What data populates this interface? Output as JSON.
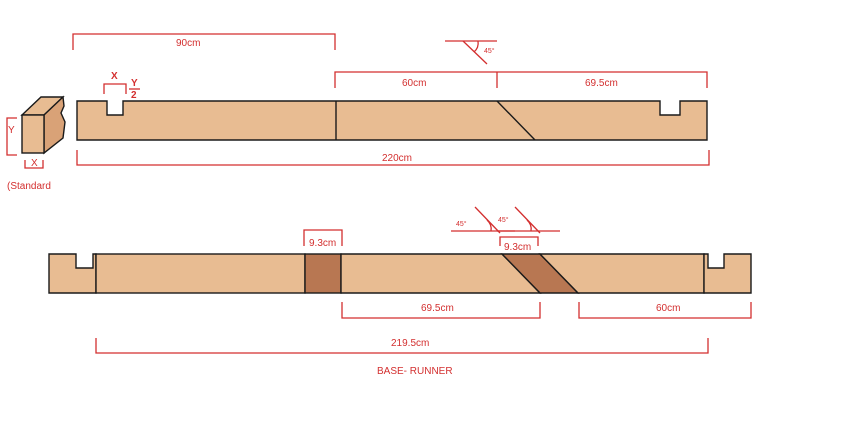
{
  "standard": {
    "x_label": "X",
    "y_label": "Y",
    "caption": "(Standard"
  },
  "top_piece": {
    "notch_x_label": "X",
    "notch_y_label": "Y",
    "notch_y_denominator": "2",
    "dim_90": "90cm",
    "dim_60": "60cm",
    "dim_69_5": "69.5cm",
    "dim_220": "220cm",
    "angle": "45°"
  },
  "base_runner": {
    "dim_9_3_left": "9.3cm",
    "dim_9_3_right": "9.3cm",
    "angle_left": "45°",
    "angle_right": "45°",
    "dim_69_5": "69.5cm",
    "dim_60": "60cm",
    "dim_219_5": "219.5cm",
    "title": "BASE- RUNNER"
  },
  "colors": {
    "wood": "#e8bc92",
    "wood_dark": "#b87752",
    "dimension": "#d32f2f",
    "outline": "#1a1a1a"
  }
}
